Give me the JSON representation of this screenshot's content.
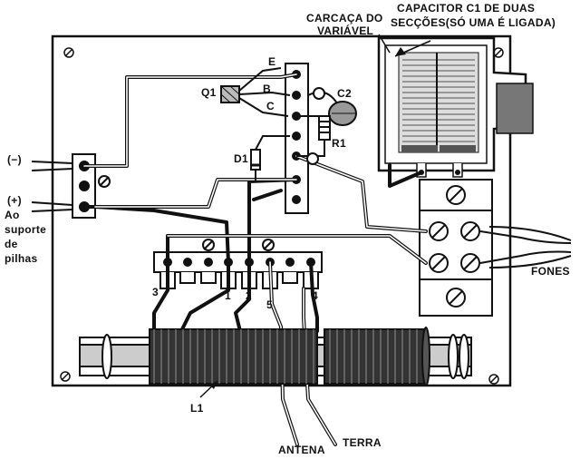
{
  "title_capacitor_line1": "CAPACITOR C1 DE DUAS",
  "title_capacitor_line2": "SECÇÕES(SÓ UMA É LIGADA)",
  "title_carcaca_line1": "CARCAÇA DO",
  "title_carcaca_line2": "VARIÁVEL",
  "battery": {
    "negative": "(−)",
    "positive": "(+)",
    "line1": "Ao",
    "line2": "suporte",
    "line3": "de",
    "line4": "pilhas"
  },
  "transistor_label": "Q1",
  "pins": {
    "e": "E",
    "b": "B",
    "c": "C"
  },
  "c2_label": "C2",
  "r1_label": "R1",
  "d1_label": "D1",
  "fones_label": "FONES",
  "coil_label": "L1",
  "antena_label": "ANTENA",
  "terra_label": "TERRA",
  "taps": [
    "3",
    "1",
    "2",
    "5",
    "4"
  ]
}
